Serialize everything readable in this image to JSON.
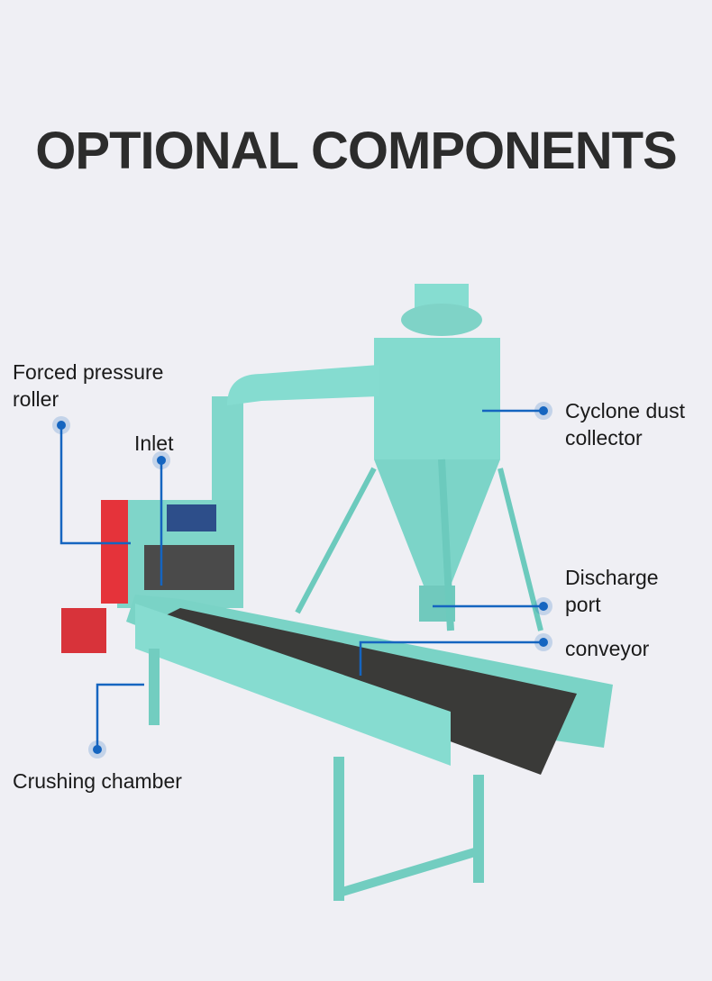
{
  "title": "OPTIONAL COMPONENTS",
  "labels": {
    "forced_pressure_roller_1": "Forced pressure",
    "forced_pressure_roller_2": "roller",
    "inlet": "Inlet",
    "cyclone_1": "Cyclone dust",
    "cyclone_2": "collector",
    "discharge_1": "Discharge",
    "discharge_2": "port",
    "conveyor": "conveyor",
    "crushing_chamber": "Crushing chamber"
  },
  "colors": {
    "background": "#efeff4",
    "callout": "#1565c0",
    "machine": "#7fd8cb",
    "title": "#2c2c2c"
  }
}
